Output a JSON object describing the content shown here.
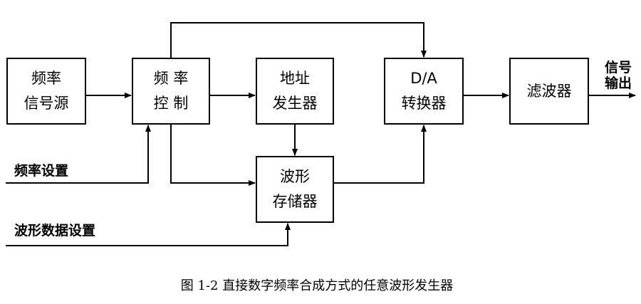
{
  "blocks": {
    "freq_source": {
      "line1": "频率",
      "line2": "信号源"
    },
    "freq_control": {
      "line1": "频 率",
      "line2": "控 制"
    },
    "address_gen": {
      "line1": "地址",
      "line2": "发生器"
    },
    "da_converter": {
      "line1": "D/A",
      "line2": "转换器"
    },
    "filter": {
      "line1": "滤波器"
    },
    "waveform_memory": {
      "line1": "波形",
      "line2": "存储器"
    }
  },
  "inputs": {
    "freq_setting": "频率设置",
    "waveform_data_setting": "波形数据设置"
  },
  "output": {
    "line1": "信号",
    "line2": "输出"
  },
  "caption": "图 1-2 直接数字频率合成方式的任意波形发生器"
}
